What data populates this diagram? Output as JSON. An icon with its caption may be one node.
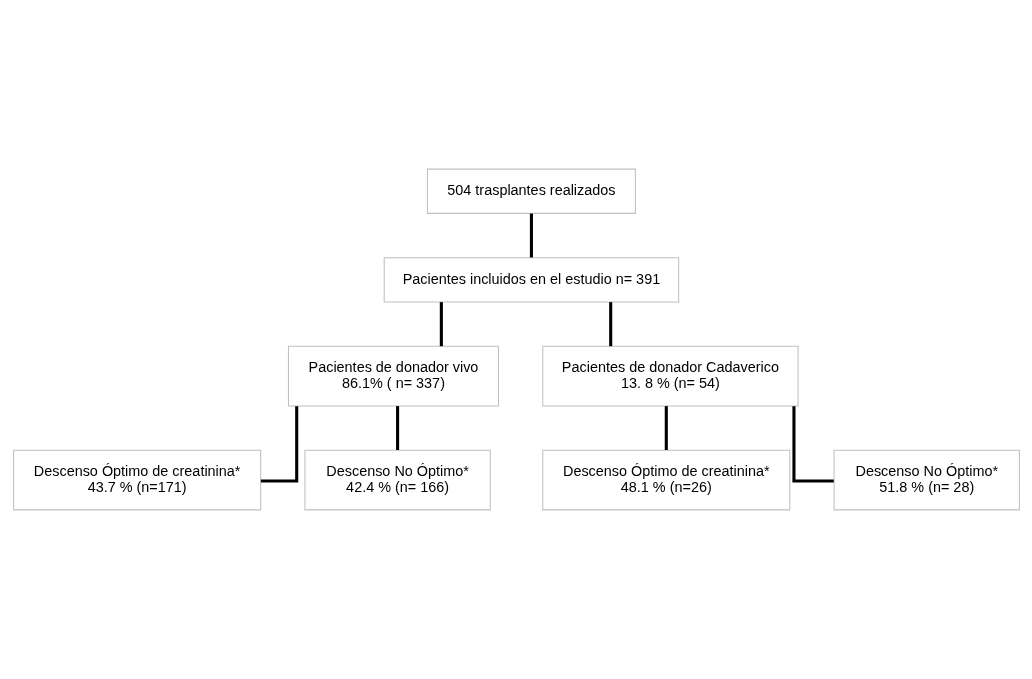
{
  "diagram": {
    "nodes": [
      {
        "text": [
          "504 trasplantes realizados"
        ]
      },
      {
        "text": [
          "Pacientes incluidos en el estudio n= 391"
        ]
      },
      {
        "text": [
          "Pacientes de donador vivo",
          "86.1% ( n= 337)"
        ]
      },
      {
        "text": [
          "Pacientes de donador Cadaverico",
          "13. 8 % (n= 54)"
        ]
      },
      {
        "text": [
          "Descenso Óptimo de creatinina*",
          "43.7 % (n=171)"
        ]
      },
      {
        "text": [
          "Descenso No Óptimo*",
          "42.4 % (n= 166)"
        ]
      },
      {
        "text": [
          "Descenso Óptimo de creatinina*",
          "48.1 % (n=26)"
        ]
      },
      {
        "text": [
          "Descenso No Óptimo*",
          "51.8 % (n= 28)"
        ]
      }
    ],
    "edges": [
      {
        "from": 0,
        "to": 1,
        "arrow": "none"
      },
      {
        "from": 1,
        "to": 2,
        "arrow": "none"
      },
      {
        "from": 1,
        "to": 3,
        "arrow": "none"
      },
      {
        "from": 2,
        "to": 4,
        "arrow": "none"
      },
      {
        "from": 2,
        "to": 5,
        "arrow": "none"
      },
      {
        "from": 3,
        "to": 6,
        "arrow": "none"
      },
      {
        "from": 3,
        "to": 7,
        "arrow": "none"
      }
    ]
  }
}
